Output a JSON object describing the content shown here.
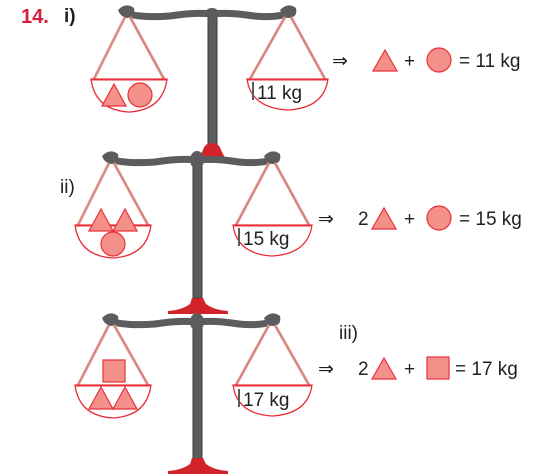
{
  "question": {
    "number": "14.",
    "parts": [
      {
        "label": "i)",
        "left_pan": [
          "triangle",
          "circle"
        ],
        "right_pan_label": "11 kg",
        "equation": {
          "implies": "⇒",
          "terms": [
            {
              "coef": "",
              "shape": "triangle"
            },
            {
              "op": "+"
            },
            {
              "coef": "",
              "shape": "circle"
            }
          ],
          "result": "= 11 kg"
        }
      },
      {
        "label": "ii)",
        "left_pan": [
          "triangle",
          "triangle",
          "circle"
        ],
        "right_pan_label": "15 kg",
        "equation": {
          "implies": "⇒",
          "terms": [
            {
              "coef": "2",
              "shape": "triangle"
            },
            {
              "op": "+"
            },
            {
              "coef": "",
              "shape": "circle"
            }
          ],
          "result": "= 15 kg"
        }
      },
      {
        "label": "iii)",
        "left_pan": [
          "square",
          "triangle",
          "triangle"
        ],
        "right_pan_label": "17 kg",
        "equation": {
          "implies": "⇒",
          "terms": [
            {
              "coef": "2",
              "shape": "triangle"
            },
            {
              "op": "+"
            },
            {
              "coef": "",
              "shape": "square"
            }
          ],
          "result": "= 17 kg"
        }
      }
    ]
  },
  "colors": {
    "shape_fill": "#f4908a",
    "shape_stroke": "#e8303a",
    "string": "#e8a39a",
    "beam": "#5a5c5e",
    "base": "#d2232a",
    "accent": "#d81e3c"
  }
}
